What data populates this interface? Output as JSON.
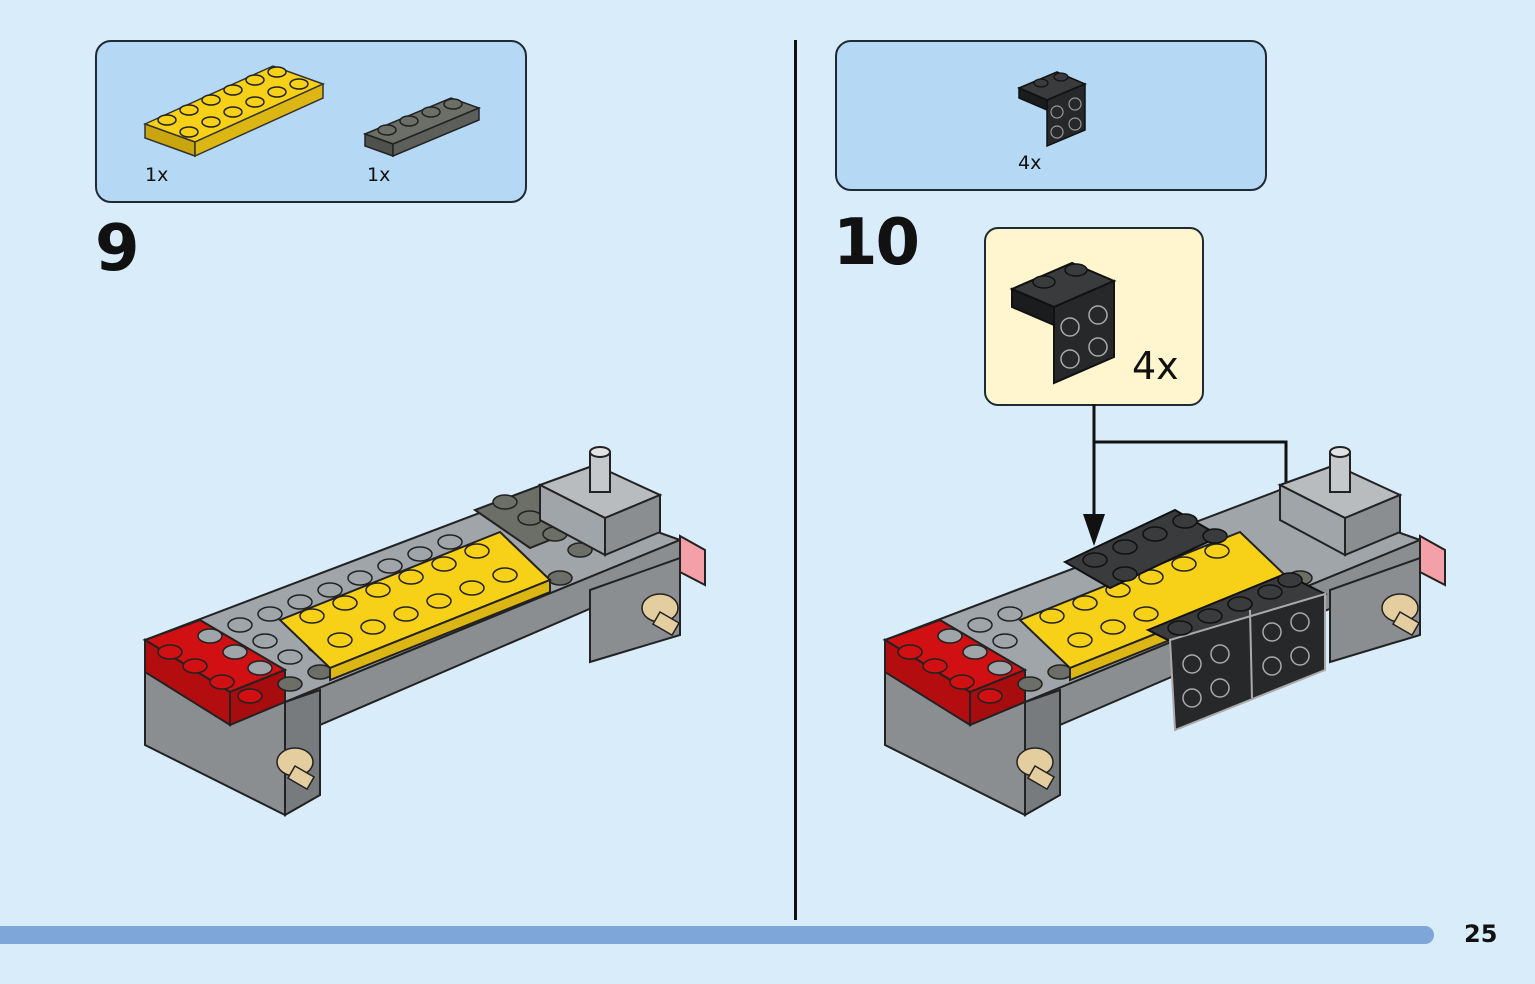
{
  "page": {
    "number": "25"
  },
  "step9": {
    "number": "9",
    "parts": [
      {
        "name": "yellow plate 2x6",
        "qty": "1x"
      },
      {
        "name": "dark gray plate 1x4",
        "qty": "1x"
      }
    ]
  },
  "step10": {
    "number": "10",
    "parts": [
      {
        "name": "black bracket 1x2-2x2",
        "qty": "4x"
      }
    ],
    "callout": {
      "qty": "4x"
    }
  },
  "colors": {
    "background": "#d8ecfa",
    "parts_box": "#b5d8f5",
    "callout_box": "#fff6cf",
    "footer_bar": "#7fa6d9",
    "yellow": "#f7d117",
    "red": "#d01012",
    "gray": "#a0a5a9",
    "dark_gray": "#6c6e68",
    "black": "#27282a",
    "tan": "#e4cd9e"
  }
}
